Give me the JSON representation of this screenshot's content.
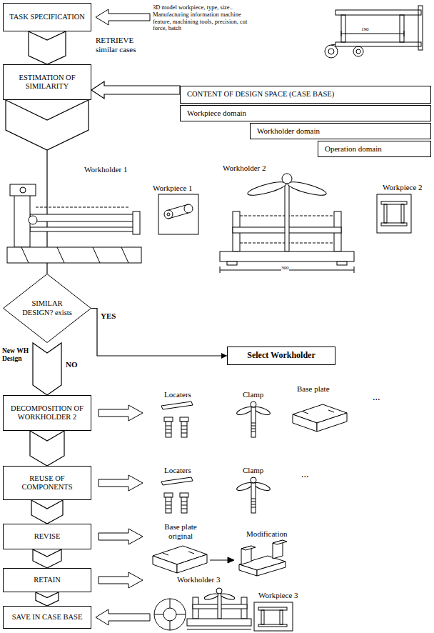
{
  "diagram": {
    "nodes": [
      {
        "text": [
          "TASK SPECIFICATION"
        ]
      },
      {
        "text": [
          "ESTIMATION OF SIMILARITY"
        ]
      },
      {
        "text": [
          "CONTENT OF DESIGN SPACE (CASE BASE)"
        ]
      },
      {
        "text": [
          "Workpiece domain"
        ]
      },
      {
        "text": [
          "Workholder domain"
        ]
      },
      {
        "text": [
          "Operation domain"
        ]
      },
      {
        "text": [
          "SIMILAR DESIGN? exists"
        ]
      },
      {
        "text": [
          "Select Workholder"
        ]
      },
      {
        "text": [
          "DECOMPOSITION OF WORKHOLDER 2"
        ]
      },
      {
        "text": [
          "REUSE OF COMPONENTS"
        ]
      },
      {
        "text": [
          "REVISE"
        ]
      },
      {
        "text": [
          "RETAIN"
        ]
      },
      {
        "text": [
          "SAVE IN CASE BASE"
        ]
      }
    ],
    "edges": [
      {
        "from": 0,
        "to": 1,
        "arrow": "to",
        "label": "RETRIEVE similar cases"
      },
      {
        "from": 2,
        "to": 1,
        "arrow": "to"
      },
      {
        "from": 1,
        "to": 6,
        "arrow": "to"
      },
      {
        "from": 6,
        "to": 7,
        "arrow": "to",
        "label": "YES"
      },
      {
        "from": 6,
        "to": 8,
        "arrow": "to",
        "label": "NO"
      },
      {
        "from": 8,
        "to": 9,
        "arrow": "to"
      },
      {
        "from": 9,
        "to": 10,
        "arrow": "to"
      },
      {
        "from": 10,
        "to": 11,
        "arrow": "to"
      },
      {
        "from": 11,
        "to": 12,
        "arrow": "to"
      }
    ],
    "labels": [
      "3D model workpiece, type, size.. Manufacturing information machine feature, machining tools, precision, cut force, batch",
      "190",
      "Workholder 1",
      "Workpiece 1",
      "Workholder 2",
      "Workpiece 2",
      "300",
      "New WH Design",
      "Locaters",
      "Clamp",
      "Base plate",
      "...",
      "Locaters",
      "Clamp",
      "...",
      "Base plate original",
      "Modification",
      "Workholder 3",
      "Workpiece 3"
    ]
  }
}
